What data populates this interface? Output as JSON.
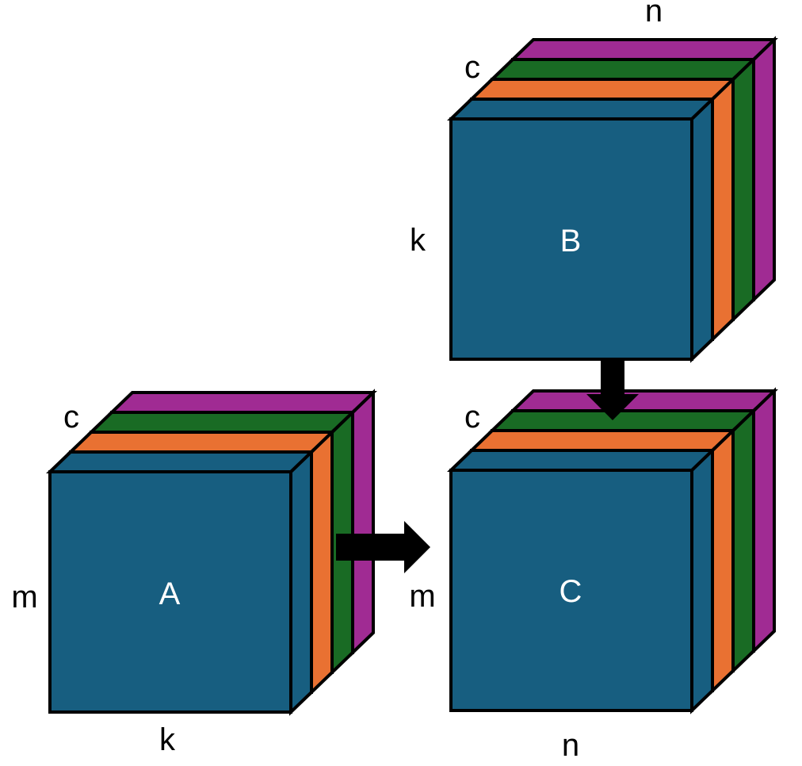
{
  "colors": {
    "slice_1": "#175e80",
    "slice_2": "#e97132",
    "slice_3": "#196b24",
    "slice_4": "#a02b93",
    "outline": "#000000",
    "arrow": "#000000",
    "label_on_block": "#ffffff",
    "label_dimension": "#000000"
  },
  "blocks": {
    "A": {
      "name": "A",
      "dim_depth": "c",
      "dim_rows": "m",
      "dim_cols": "k"
    },
    "B": {
      "name": "B",
      "dim_depth": "c",
      "dim_rows": "k",
      "dim_cols": "n"
    },
    "C": {
      "name": "C",
      "dim_depth": "c",
      "dim_rows": "m",
      "dim_cols": "n"
    }
  },
  "slice_count": 4,
  "arrows": [
    {
      "from": "A",
      "to": "C",
      "direction": "right"
    },
    {
      "from": "B",
      "to": "C",
      "direction": "down"
    }
  ]
}
